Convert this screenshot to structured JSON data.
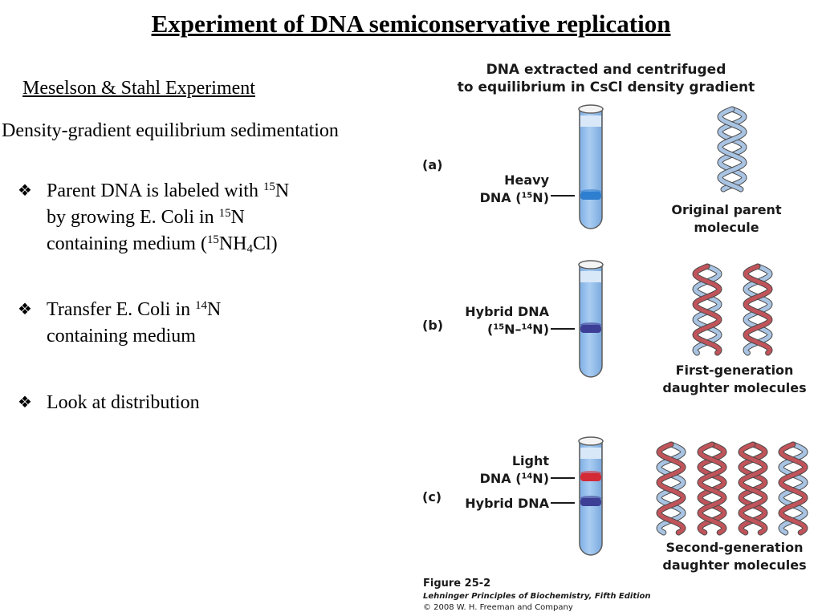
{
  "slide": {
    "title": "Experiment of DNA semiconservative replication",
    "subtitle": "Meselson & Stahl Experiment",
    "method": "Density-gradient equilibrium sedimentation",
    "bullet_marker": "❖",
    "bullets": [
      {
        "lines": [
          [
            "Parent DNA is labeled with ",
            {
              "sup": "15"
            },
            "N"
          ],
          [
            "by growing E. Coli in ",
            {
              "sup": "15"
            },
            "N"
          ],
          [
            "containing medium (",
            {
              "sup": "15"
            },
            "NH",
            {
              "sub": "4"
            },
            "Cl)"
          ]
        ]
      },
      {
        "lines": [
          [
            "Transfer E. Coli in ",
            {
              "sup": "14"
            },
            "N"
          ],
          [
            "containing medium"
          ]
        ]
      },
      {
        "lines": [
          [
            "Look at distribution"
          ]
        ]
      }
    ]
  },
  "figure": {
    "heading_line1": "DNA extracted and centrifuged",
    "heading_line2": "to equilibrium in CsCl density gradient",
    "panels": {
      "a": {
        "letter": "(a)",
        "band_label_1": "Heavy",
        "band_label_2": [
          "DNA (",
          {
            "sup": "15"
          },
          "N)"
        ],
        "caption_1": "Original parent",
        "caption_2": "molecule"
      },
      "b": {
        "letter": "(b)",
        "band_label_1": "Hybrid DNA",
        "band_label_2": [
          "(",
          {
            "sup": "15"
          },
          "N–",
          {
            "sup": "14"
          },
          "N)"
        ],
        "caption_1": "First-generation",
        "caption_2": "daughter molecules"
      },
      "c": {
        "letter": "(c)",
        "band_label_1": "Light",
        "band_label_2": [
          "DNA (",
          {
            "sup": "14"
          },
          "N)"
        ],
        "band_label_3": "Hybrid DNA",
        "caption_1": "Second-generation",
        "caption_2": "daughter molecules"
      }
    },
    "figure_number": "Figure 25-2",
    "book": "Lehninger Principles of Biochemistry, Fifth Edition",
    "copyright": "© 2008 W. H. Freeman and Company",
    "colors": {
      "tube_fill": "#9fc5ee",
      "heavy_band": "#2f7fd0",
      "hybrid_band": "#3d3f96",
      "light_band": "#d42a36",
      "parent_strand": "#a9c4e3",
      "new_strand": "#c0545a"
    }
  }
}
